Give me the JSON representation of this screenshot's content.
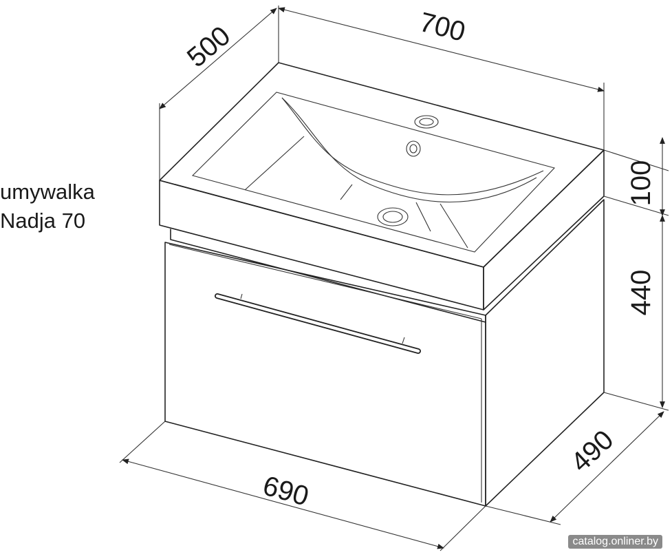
{
  "product": {
    "line1": "umywalka",
    "line2": "Nadja 70"
  },
  "dimensions": {
    "depth_top": "500",
    "width_top": "700",
    "basin_height": "100",
    "cabinet_height": "440",
    "cabinet_depth": "490",
    "cabinet_width": "690"
  },
  "watermark": "catalog.onliner.by"
}
